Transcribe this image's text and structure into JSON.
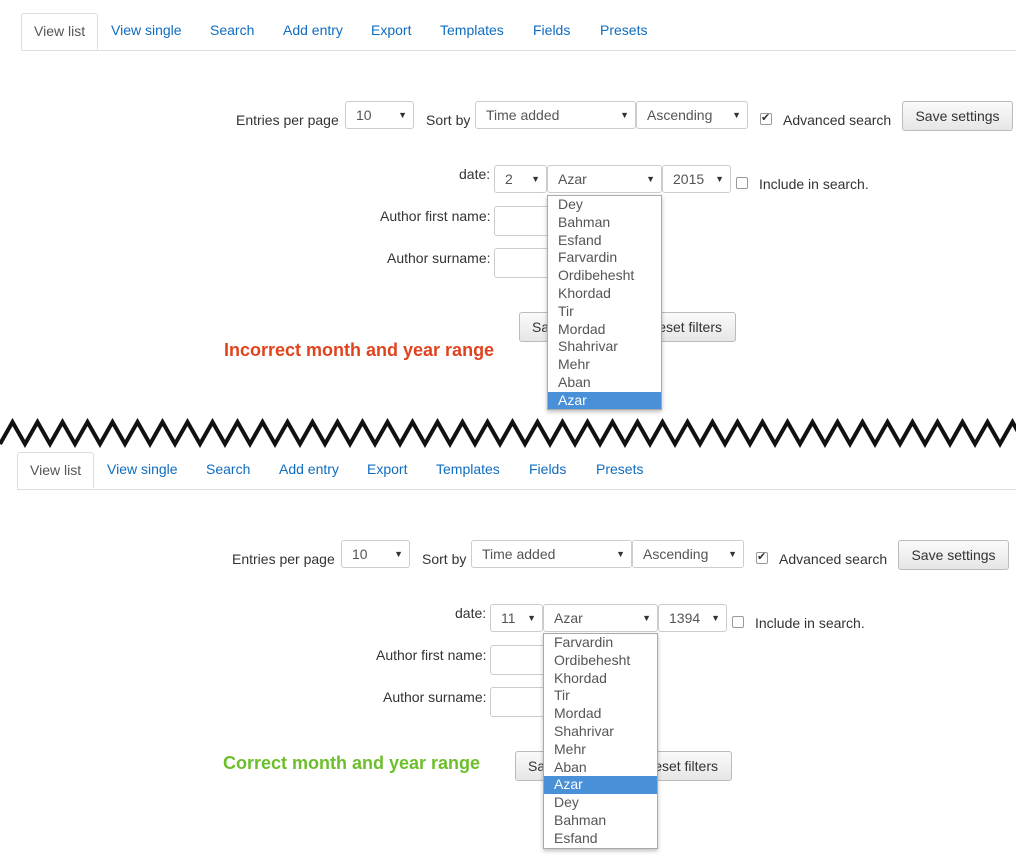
{
  "colors": {
    "link": "#0f6cbf",
    "selected_option_bg": "#4a90d9",
    "incorrect_label": "#e0441f",
    "correct_label": "#6cbf2a"
  },
  "tabs": [
    "View list",
    "View single",
    "Search",
    "Add entry",
    "Export",
    "Templates",
    "Fields",
    "Presets"
  ],
  "settings": {
    "entries_label": "Entries per page",
    "entries_value": "10",
    "sortby_label": "Sort by",
    "sortby_value": "Time added",
    "order_value": "Ascending",
    "advanced_label": "Advanced search",
    "save_settings": "Save settings"
  },
  "form": {
    "date_label": "date:",
    "author_first_label": "Author first name:",
    "author_surname_label": "Author surname:",
    "include_label": "Include in search.",
    "save_button_partial": "Sa",
    "reset_button_partial": "eset filters"
  },
  "top": {
    "day": "2",
    "month": "Azar",
    "year": "2015",
    "options": [
      "Dey",
      "Bahman",
      "Esfand",
      "Farvardin",
      "Ordibehesht",
      "Khordad",
      "Tir",
      "Mordad",
      "Shahrivar",
      "Mehr",
      "Aban",
      "Azar"
    ],
    "annotation": "Incorrect month and year range"
  },
  "bottom": {
    "day": "11",
    "month": "Azar",
    "year": "1394",
    "options": [
      "Farvardin",
      "Ordibehesht",
      "Khordad",
      "Tir",
      "Mordad",
      "Shahrivar",
      "Mehr",
      "Aban",
      "Azar",
      "Dey",
      "Bahman",
      "Esfand"
    ],
    "annotation": "Correct month and year range"
  }
}
